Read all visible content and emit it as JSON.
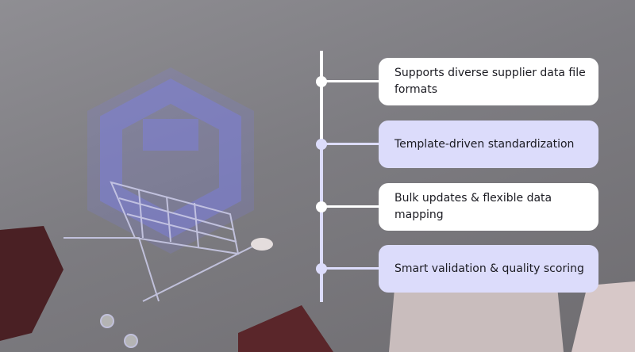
{
  "colors": {
    "white_card": "#ffffff",
    "lavender_card": "#dcdcfb",
    "background": "#85848a",
    "logo": "#7b7ee8"
  },
  "features": [
    {
      "label": "Supports diverse supplier data file formats",
      "style": "white"
    },
    {
      "label": "Template-driven standardization",
      "style": "lavender"
    },
    {
      "label": "Bulk updates & flexible data mapping",
      "style": "white"
    },
    {
      "label": "Smart validation & quality scoring",
      "style": "lavender"
    }
  ]
}
